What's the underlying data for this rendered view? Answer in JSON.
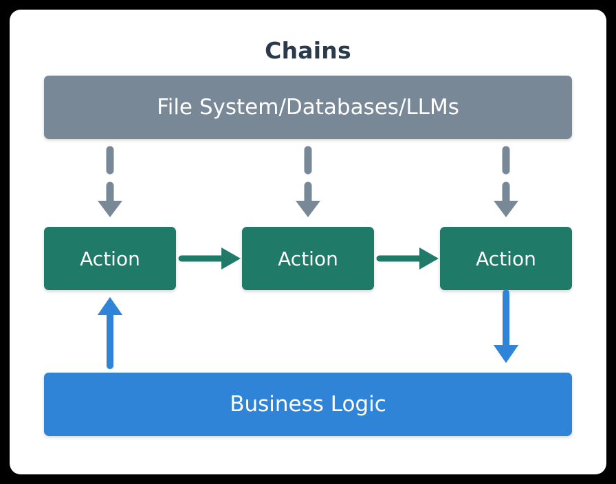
{
  "diagram": {
    "title": "Chains",
    "title_color": "#2b3a4a",
    "background": "#ffffff",
    "frame_color": "#000000",
    "nodes": {
      "resources": {
        "label": "File System/Databases/LLMs",
        "color": "#798897",
        "text_color": "#ffffff"
      },
      "business_logic": {
        "label": "Business Logic",
        "color": "#3084d7",
        "text_color": "#ffffff"
      },
      "actions": [
        {
          "label": "Action",
          "color": "#1f7a67",
          "text_color": "#ffffff"
        },
        {
          "label": "Action",
          "color": "#1f7a67",
          "text_color": "#ffffff"
        },
        {
          "label": "Action",
          "color": "#1f7a67",
          "text_color": "#ffffff"
        }
      ]
    },
    "connectors": [
      {
        "name": "resources-to-action-1",
        "style": "dashed",
        "direction": "down",
        "color": "#798897"
      },
      {
        "name": "resources-to-action-2",
        "style": "dashed",
        "direction": "down",
        "color": "#798897"
      },
      {
        "name": "resources-to-action-3",
        "style": "dashed",
        "direction": "down",
        "color": "#798897"
      },
      {
        "name": "action-1-to-action-2",
        "style": "solid",
        "direction": "right",
        "color": "#1f7a67"
      },
      {
        "name": "action-2-to-action-3",
        "style": "solid",
        "direction": "right",
        "color": "#1f7a67"
      },
      {
        "name": "business-logic-to-action-1",
        "style": "solid",
        "direction": "up",
        "color": "#3084d7"
      },
      {
        "name": "action-3-to-business-logic",
        "style": "solid",
        "direction": "down",
        "color": "#3084d7"
      }
    ]
  }
}
